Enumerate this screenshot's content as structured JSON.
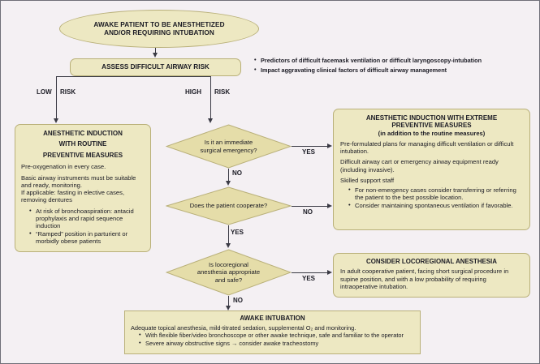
{
  "diagram": {
    "title": "Difficult airway management algorithm",
    "colors": {
      "background": "#f4f0f3",
      "node_fill": "#ede8c2",
      "node_border": "#b9b079",
      "diamond_fill": "#e5dda9",
      "connector": "#3a3a44",
      "text": "#1b1b24"
    }
  },
  "start": {
    "line1": "AWAKE PATIENT TO BE ANESTHETIZED",
    "line2": "AND/OR REQUIRING INTUBATION"
  },
  "assess": {
    "label": "ASSESS DIFFICULT AIRWAY RISK",
    "notes": [
      "Predictors of difficult facemask ventilation or difficult laryngoscopy-intubation",
      "Impact aggravating clinical factors of difficult airway management"
    ]
  },
  "branches": {
    "low": "LOW",
    "low_risk": "RISK",
    "high": "HIGH",
    "high_risk": "RISK"
  },
  "routine_box": {
    "title_line1": "ANESTHETIC INDUCTION",
    "title_line2": "WITH ROUTINE",
    "title_line3": "PREVENTIVE MEASURES",
    "p1": "Pre-oxygenation in every case.",
    "p2": "Basic airway instruments must be suitable and ready, monitoring.",
    "p3": "If applicable: fasting in elective cases, removing dentures",
    "bullets": [
      "At risk of bronchoaspiration: antacid prophylaxis and rapid sequence induction",
      "“Ramped” position in parturient or morbidly obese patients"
    ]
  },
  "decisions": [
    {
      "id": "d1",
      "line1": "Is it an immediate",
      "line2": "surgical emergency?",
      "yes_label": "YES",
      "no_label": "NO"
    },
    {
      "id": "d2",
      "line1": "Does the patient cooperate?",
      "line2": "",
      "yes_label": "YES",
      "no_label": "NO"
    },
    {
      "id": "d3",
      "line1": "Is locoregional",
      "line2": "anesthesia appropriate",
      "line3": "and safe?",
      "yes_label": "YES",
      "no_label": "NO"
    }
  ],
  "extreme_box": {
    "title_line1": "ANESTHETIC INDUCTION WITH EXTREME",
    "title_line2": "PREVENTIVE MEASURES",
    "subtitle": "(in addition to the routine measures)",
    "p1": "Pre-formulated plans for managing difficult ventilation or difficult intubation.",
    "p2": "Difficult airway cart or emergency airway equipment ready (including invasive).",
    "p3": "Skilled support staff",
    "bullets": [
      "For non-emergency cases consider transferring or referring the patient to the best possible location.",
      "Consider maintaining spontaneous ventilation if favorable."
    ]
  },
  "loco_box": {
    "title": "CONSIDER LOCOREGIONAL ANESTHESIA",
    "p1": "In adult cooperative patient, facing short surgical procedure in supine position, and with a low probability of requiring intraoperative intubation."
  },
  "awake_box": {
    "title": "AWAKE INTUBATION",
    "p1": "Adequate topical anesthesia, mild-titrated sedation, supplemental O₂ and monitoring.",
    "bullets": [
      "With flexible fiber/video bronchoscope or other awake technique, safe and familiar to the operator",
      "Severe airway obstructive signs → consider awake tracheostomy"
    ]
  }
}
